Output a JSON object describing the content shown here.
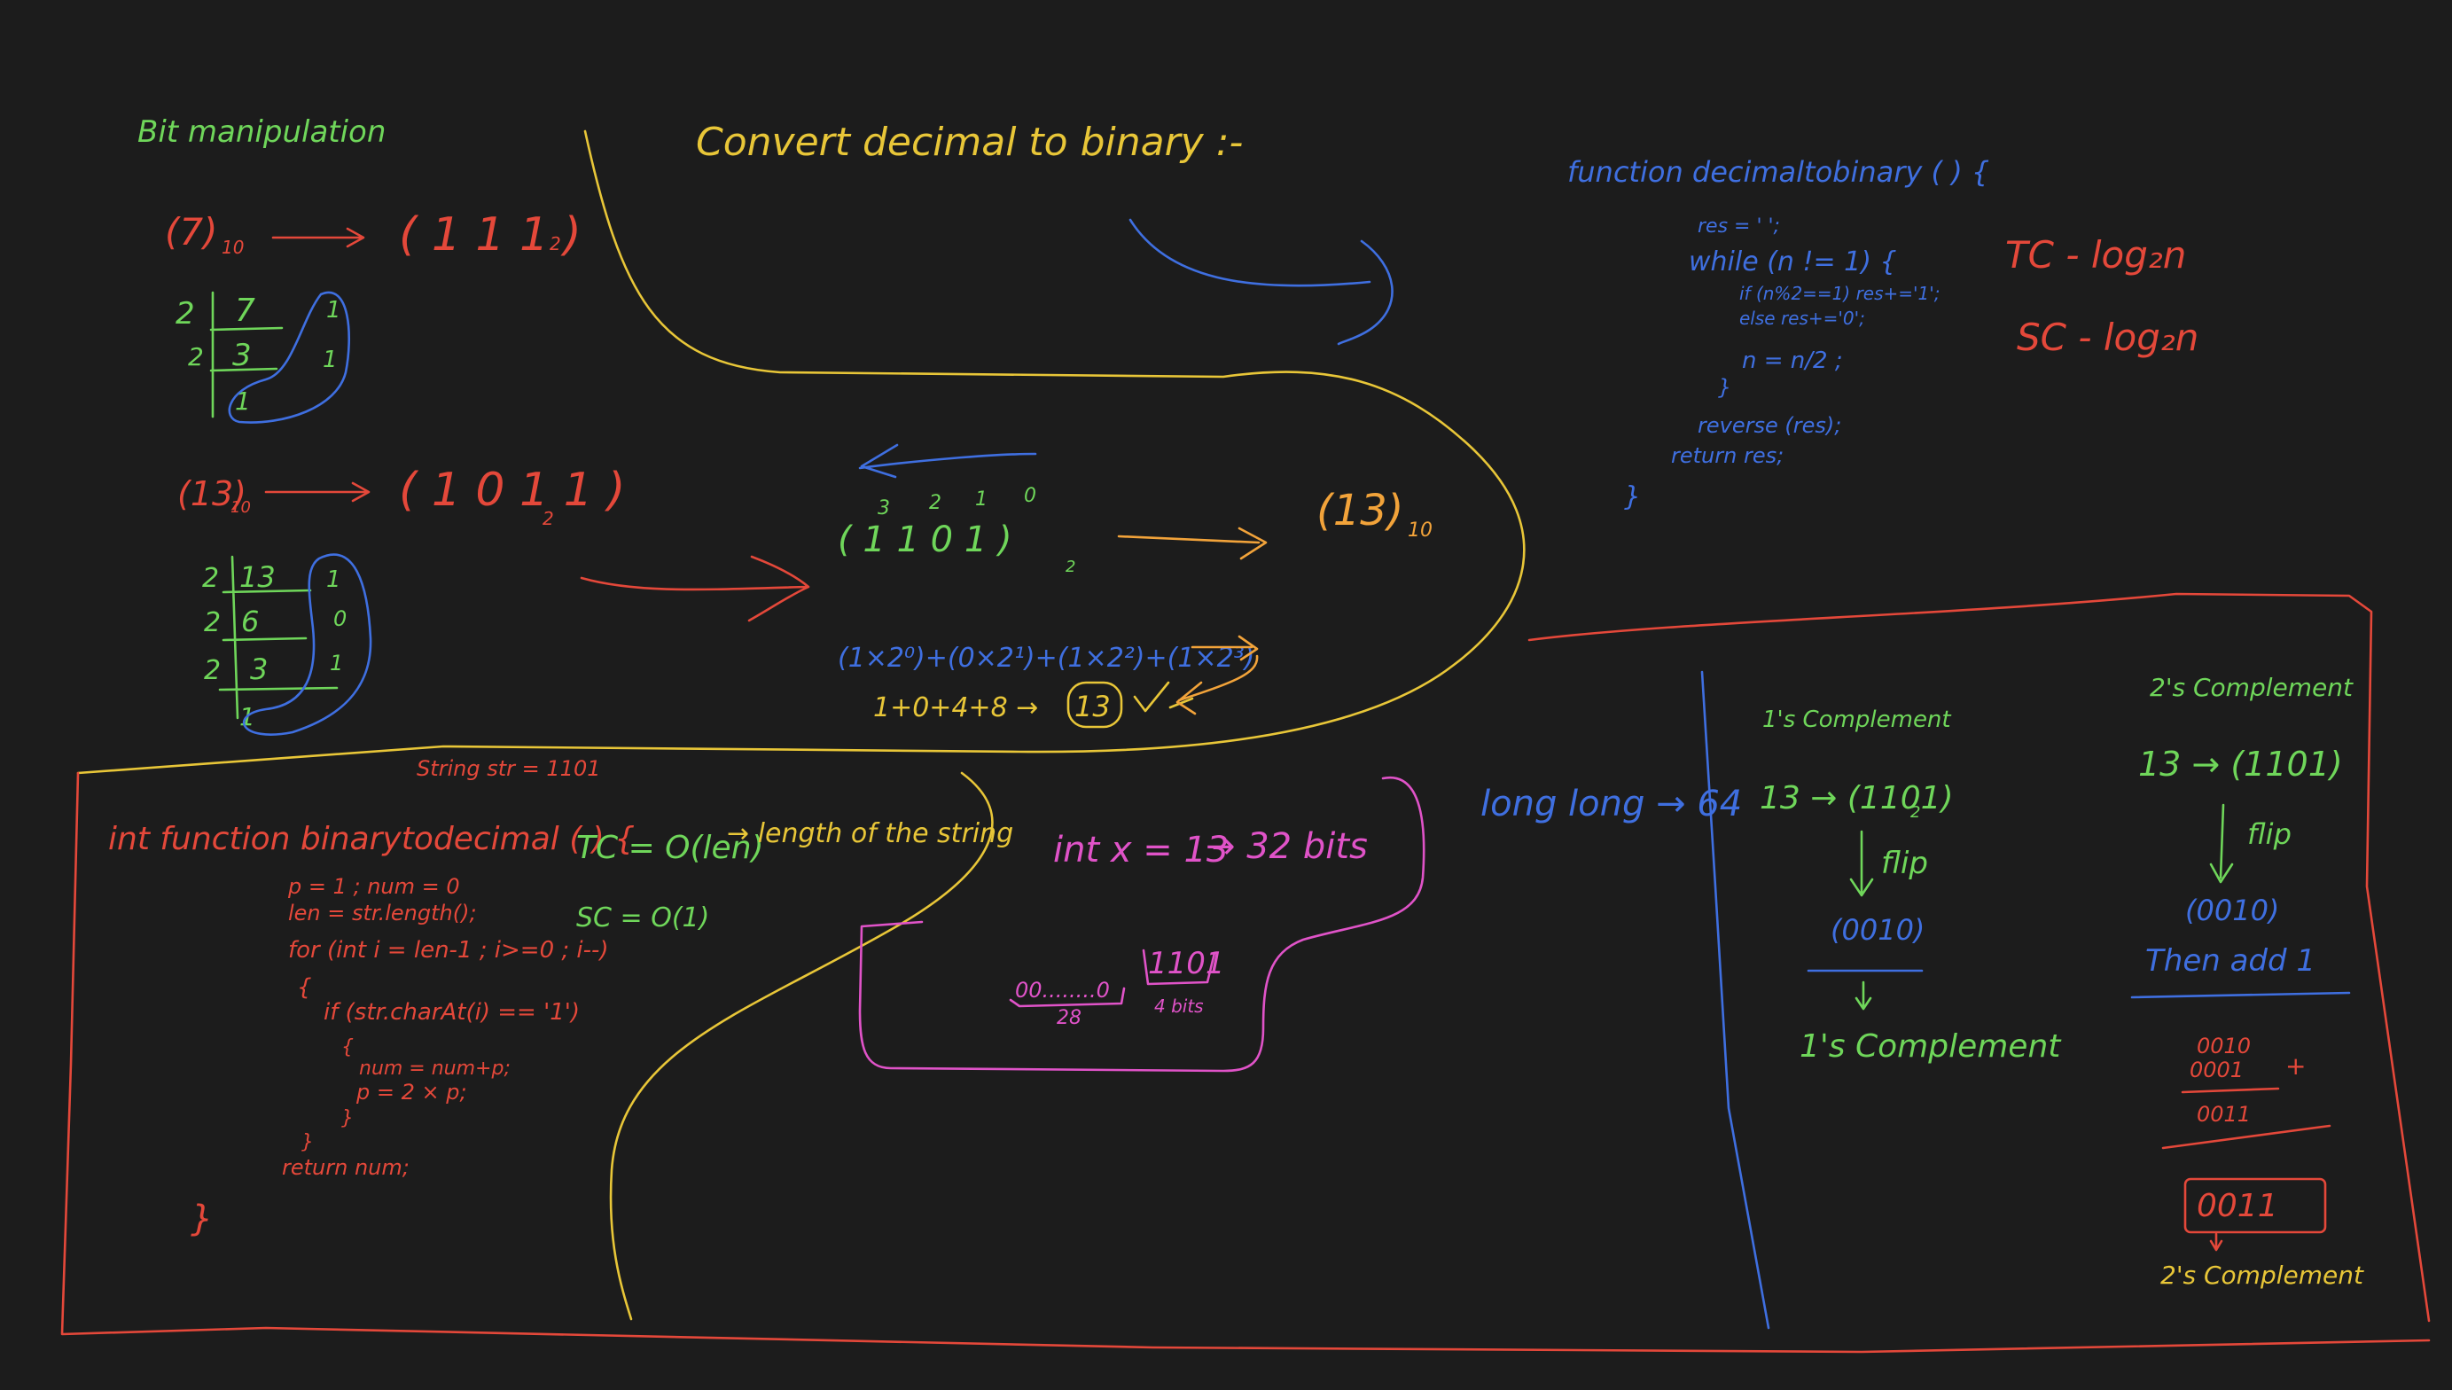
{
  "colors": {
    "background": "#1c1c1c",
    "green": "#6fd65a",
    "red": "#e4483a",
    "yellow": "#e8c638",
    "orange": "#f2a33a",
    "blue": "#3f6fe0",
    "pink": "#e053c8"
  },
  "title": "Bit manipulation",
  "convert_heading": "Convert decimal to binary :-",
  "dec_to_bin": {
    "ex1": {
      "left": "(7)",
      "left_sub": "10",
      "right": "( 1 1 1 )",
      "right_sub": "2"
    },
    "div1": [
      "2",
      "7",
      "2",
      "3",
      "1",
      "1",
      "1"
    ],
    "ex2": {
      "left": "(13)",
      "left_sub": "10",
      "right": "( 1 0 1 1 )",
      "right_sub": "2"
    },
    "div2": [
      "2",
      "13",
      "1",
      "2",
      "6",
      "0",
      "2",
      "3",
      "1",
      "1"
    ]
  },
  "bin_to_dec": {
    "powers": [
      "3",
      "2",
      "1",
      "0"
    ],
    "bits": "( 1   1   0   1 )",
    "bits_sub": "2",
    "result": "(13)",
    "result_sub": "10",
    "expansion": "(1×2⁰)+(0×2¹)+(1×2²)+(1×2³)",
    "sum": "1+0+4+8  →",
    "sum_result": "13"
  },
  "decimal_to_binary_code": {
    "signature": "function decimaltobinary ( ) {",
    "lines": [
      "res = ' ';",
      "while (n != 1) {",
      "if (n%2==1) res+='1';",
      "else res+='0';",
      "n = n/2 ;",
      "}",
      "reverse (res);",
      "return res;",
      "}"
    ]
  },
  "decimal_to_binary_complexity": {
    "tc": "TC - log₂n",
    "sc": "SC - log₂n"
  },
  "binary_to_decimal_code": {
    "string_note": "String str = 1101",
    "signature": "int function binarytodecimal ( ) {",
    "lines": [
      "p = 1 ; num = 0",
      "len = str.length();",
      "for (int i = len-1 ; i>=0 ; i--)",
      "{",
      "if (str.charAt(i) == '1')",
      "{",
      "num = num+p;",
      "p = 2 × p;",
      "}",
      "}",
      "return num;",
      "}"
    ]
  },
  "binary_to_decimal_complexity": {
    "tc": "TC = O(len)",
    "tc_note": "→ length of the string",
    "sc": "SC = O(1)"
  },
  "int_bits": {
    "label": "int x = 13",
    "arrow_result": "→  32 bits",
    "zeros": "00........0",
    "zeros_count": "28",
    "low": "1101",
    "low_count": "4 bits"
  },
  "long_long": "long long → 64",
  "ones_complement": {
    "title": "1's Complement",
    "start": "13 → (1101)",
    "start_sub": "2",
    "flip": "flip",
    "flipped": "(0010)",
    "result": "1's Complement"
  },
  "twos_complement": {
    "title": "2's Complement",
    "start": "13 → (1101)",
    "flip": "flip",
    "flipped": "(0010)",
    "then_add": "Then add 1",
    "add_row1": "0010",
    "add_row2": "0001",
    "plus": "+",
    "sum": "0011",
    "boxed": "0011",
    "result": "2's Complement"
  }
}
